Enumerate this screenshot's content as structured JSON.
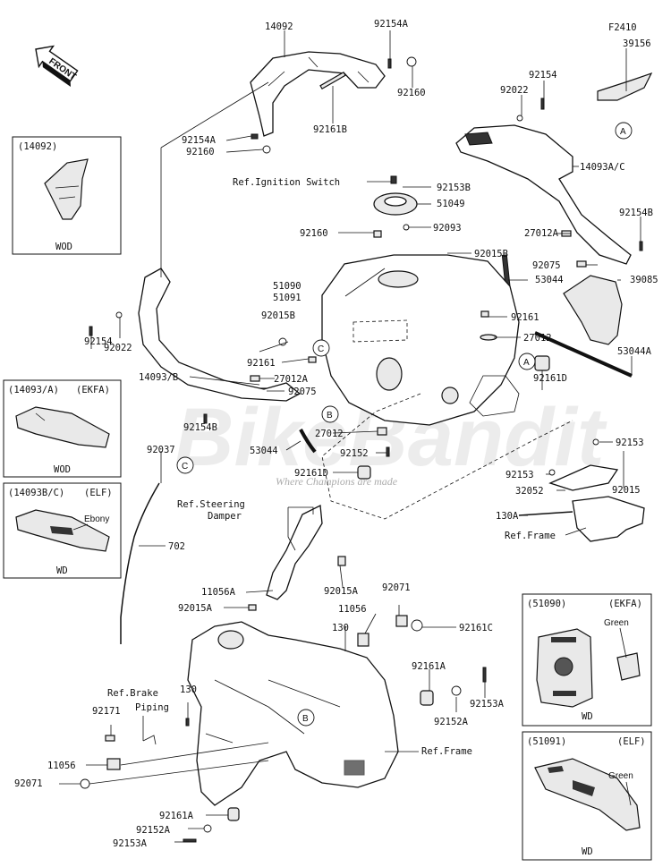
{
  "figure_code": "F2410",
  "watermark": {
    "logo": "BikeBandit",
    "tagline": "Where Champions are made"
  },
  "front_arrow": "FRONT",
  "callout_letters": {
    "a": "A",
    "b": "B",
    "c": "C"
  },
  "labels": {
    "p14092": "14092",
    "p92154A_top": "92154A",
    "p92160_top": "92160",
    "p92161B": "92161B",
    "p92154A_mid": "92154A",
    "p92160_mid": "92160",
    "p39156": "39156",
    "p92154_r": "92154",
    "p92022_r": "92022",
    "p14093AC": "14093A/C",
    "p27012A_r": "27012A",
    "p92154B_r": "92154B",
    "p92075_r": "92075",
    "p53044": "53044",
    "p39085": "39085",
    "p53044A": "53044A",
    "ref_ignition": "Ref.Ignition Switch",
    "p92153B": "92153B",
    "p51049": "51049",
    "p92093": "92093",
    "p92160_c": "92160",
    "p92015B_r": "92015B",
    "p51090": "51090",
    "p51091": "51091",
    "p92015B_l": "92015B",
    "p92161_r": "92161",
    "p27012_r": "27012",
    "p92161_l": "92161",
    "p27012A_l": "27012A",
    "p92075_l": "92075",
    "p14093B": "14093/B",
    "p92154_l": "92154",
    "p92022_l": "92022",
    "p92161D_r": "92161D",
    "p92154B_l": "92154B",
    "p53044_l": "53044",
    "p27012_c": "27012",
    "p92152_c": "92152",
    "p92161D_c": "92161D",
    "p92037": "92037",
    "p92153_a": "92153",
    "p92153_b": "92153",
    "p92015": "92015",
    "p32052": "32052",
    "p130A": "130A",
    "ref_frame_r": "Ref.Frame",
    "ref_steering": "Ref.Steering",
    "damper": "Damper",
    "p702": "702",
    "p11056A": "11056A",
    "p92015A_l": "92015A",
    "p92015A_r": "92015A",
    "p92071_top": "92071",
    "p130_mid": "130",
    "p11056_mid": "11056",
    "p92161C": "92161C",
    "p92161A_r": "92161A",
    "p92152A_r": "92152A",
    "p92153A_r": "92153A",
    "ref_brake": "Ref.Brake",
    "piping": "Piping",
    "p130_l": "130",
    "p92171": "92171",
    "p11056_l": "11056",
    "p92071_l": "92071",
    "ref_frame_b": "Ref.Frame",
    "p92161A_b": "92161A",
    "p92152A_b": "92152A",
    "p92153A_b": "92153A"
  },
  "inset_boxes": {
    "b14092": {
      "part": "(14092)",
      "variant": "",
      "code": "WOD"
    },
    "b14093A": {
      "part": "(14093/A)",
      "variant": "(EKFA)",
      "code": "WOD"
    },
    "b14093BC": {
      "part": "(14093B/C)",
      "variant": "(ELF)",
      "code": "WD",
      "note": "Ebony"
    },
    "b51090": {
      "part": "(51090)",
      "variant": "(EKFA)",
      "code": "WD",
      "note": "Green"
    },
    "b51091": {
      "part": "(51091)",
      "variant": "(ELF)",
      "code": "WD",
      "note": "Green"
    }
  }
}
